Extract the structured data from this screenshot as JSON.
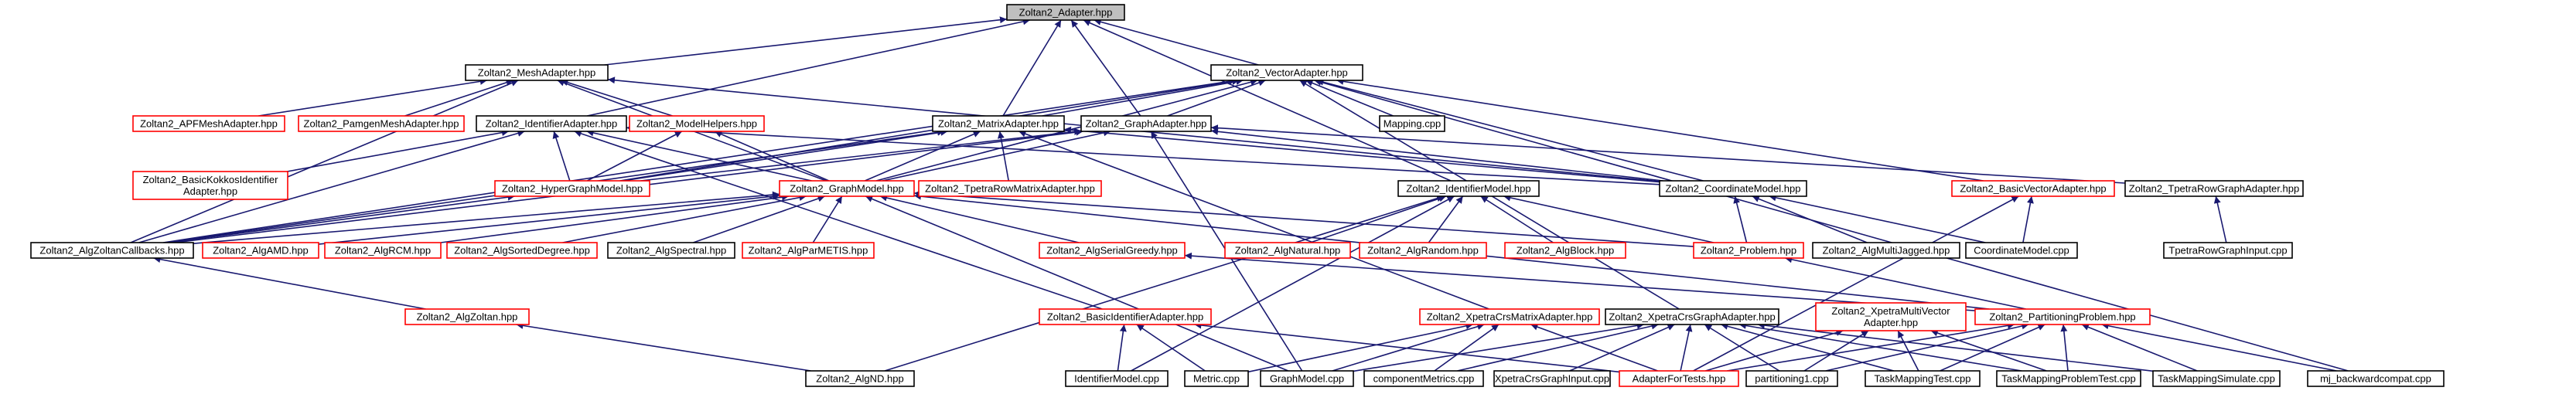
{
  "colors": {
    "edge": "#191970",
    "node_border": "#000000",
    "node_border_undocumented": "#ff0000",
    "root_fill": "#bfbfbf"
  },
  "nodes": {
    "adapter": "Zoltan2_Adapter.hpp",
    "mesh_adapter": "Zoltan2_MeshAdapter.hpp",
    "vector_adapter": "Zoltan2_VectorAdapter.hpp",
    "apf_mesh_adapter": "Zoltan2_APFMeshAdapter.hpp",
    "pamgen_mesh_adapter": "Zoltan2_PamgenMeshAdapter.hpp",
    "identifier_adapter": "Zoltan2_IdentifierAdapter.hpp",
    "model_helpers": "Zoltan2_ModelHelpers.hpp",
    "matrix_adapter": "Zoltan2_MatrixAdapter.hpp",
    "graph_adapter": "Zoltan2_GraphAdapter.hpp",
    "mapping_cpp": "Mapping.cpp",
    "basic_kokkos_identifier_adapter": [
      "Zoltan2_BasicKokkosIdentifier",
      "Adapter.hpp"
    ],
    "hypergraph_model": "Zoltan2_HyperGraphModel.hpp",
    "graph_model": "Zoltan2_GraphModel.hpp",
    "tpetra_row_matrix_adapter": "Zoltan2_TpetraRowMatrixAdapter.hpp",
    "identifier_model": "Zoltan2_IdentifierModel.hpp",
    "coordinate_model": "Zoltan2_CoordinateModel.hpp",
    "basic_vector_adapter": "Zoltan2_BasicVectorAdapter.hpp",
    "tpetra_row_graph_adapter": "Zoltan2_TpetraRowGraphAdapter.hpp",
    "alg_zoltan_callbacks": "Zoltan2_AlgZoltanCallbacks.hpp",
    "alg_amd": "Zoltan2_AlgAMD.hpp",
    "alg_rcm": "Zoltan2_AlgRCM.hpp",
    "alg_sorted_degree": "Zoltan2_AlgSortedDegree.hpp",
    "alg_spectral": "Zoltan2_AlgSpectral.hpp",
    "alg_parmetis": "Zoltan2_AlgParMETIS.hpp",
    "alg_serial_greedy": "Zoltan2_AlgSerialGreedy.hpp",
    "alg_natural": "Zoltan2_AlgNatural.hpp",
    "alg_random": "Zoltan2_AlgRandom.hpp",
    "alg_block": "Zoltan2_AlgBlock.hpp",
    "problem": "Zoltan2_Problem.hpp",
    "alg_multi_jagged": "Zoltan2_AlgMultiJagged.hpp",
    "coordinate_model_cpp": "CoordinateModel.cpp",
    "tpetra_row_graph_input_cpp": "TpetraRowGraphInput.cpp",
    "alg_zoltan": "Zoltan2_AlgZoltan.hpp",
    "basic_identifier_adapter": "Zoltan2_BasicIdentifierAdapter.hpp",
    "xpetra_crs_matrix_adapter": "Zoltan2_XpetraCrsMatrixAdapter.hpp",
    "xpetra_crs_graph_adapter": "Zoltan2_XpetraCrsGraphAdapter.hpp",
    "xpetra_multi_vector_adapter": [
      "Zoltan2_XpetraMultiVector",
      "Adapter.hpp"
    ],
    "partitioning_problem": "Zoltan2_PartitioningProblem.hpp",
    "alg_nd": "Zoltan2_AlgND.hpp",
    "identifier_model_cpp": "IdentifierModel.cpp",
    "metric_cpp": "Metric.cpp",
    "graph_model_cpp": "GraphModel.cpp",
    "component_metrics_cpp": "componentMetrics.cpp",
    "xpetra_crs_graph_input_cpp": "XpetraCrsGraphInput.cpp",
    "adapter_for_tests": "AdapterForTests.hpp",
    "partitioning1_cpp": "partitioning1.cpp",
    "task_mapping_test_cpp": "TaskMappingTest.cpp",
    "task_mapping_problem_test_cpp": "TaskMappingProblemTest.cpp",
    "task_mapping_simulate_cpp": "TaskMappingSimulate.cpp",
    "mj_backwardcompat_cpp": "mj_backwardcompat.cpp"
  }
}
